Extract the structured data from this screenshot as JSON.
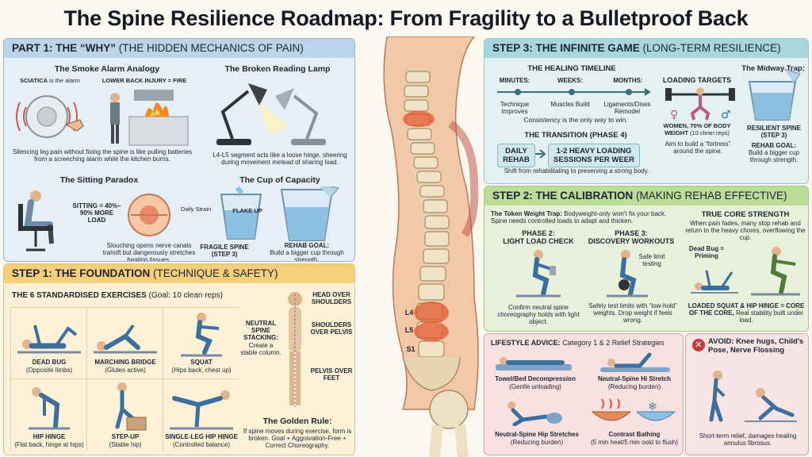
{
  "title": "The Spine Resilience Roadmap: From Fragility to a Bulletproof Back",
  "part1": {
    "head": "PART 1: THE “WHY”",
    "head_sub": "(THE HIDDEN MECHANICS OF PAIN)",
    "smoke": {
      "title": "The Smoke Alarm Analogy",
      "label_left_bold": "SCIATICA",
      "label_left_rest": "is the alarm",
      "label_right": "LOWER BACK INJURY = FIRE",
      "caption": "Silencing leg pain without fixing the spine is like pulling batteries from a screeching alarm while the kitchen burns."
    },
    "lamp": {
      "title": "The Broken Reading Lamp",
      "caption": "L4-L5 segment acts like a loose hinge, sheering during movement metead of sharing load."
    },
    "sitting": {
      "title": "The Sitting Paradox",
      "load_label": "SITTING = 40%–90% MORE LOAD",
      "caption": "Slouching opens nerve canals trahoft but dangerously stretches healing tissues."
    },
    "cup": {
      "title": "The Cup of Capacity",
      "daily_strain": "Daily Strain",
      "flake_up": "FLAKE UP",
      "fragile": "FRAGILE SPINE (STEP 3)",
      "rehab_bold": "REHAB GOAL:",
      "rehab_rest": "Build a bigger cup through strength."
    }
  },
  "step1": {
    "head": "STEP 1: THE FOUNDATION",
    "head_sub": "(TECHNIQUE & SAFETY)",
    "exercises_title": "THE 6 STANDARDISED EXERCISES",
    "exercises_goal": "(Goal: 10 clean reps)",
    "exercises": [
      {
        "name": "DEAD BUG",
        "note": "(Opposite limbs)"
      },
      {
        "name": "MARCHING BRIDGE",
        "note": "(Glutes active)"
      },
      {
        "name": "SQUAT",
        "note": "(Hips back, chest up)"
      },
      {
        "name": "HIP HINGE",
        "note": "(Flat back, hinge at hips)"
      },
      {
        "name": "STEP-UP",
        "note": "(Stable hip)"
      },
      {
        "name": "SINGLE-LEG HIP HINGE",
        "note": "(Controlled balance)"
      }
    ],
    "stacking_bold": "NEUTRAL SPINE STACKING:",
    "stacking_rest": "Create a stable column.",
    "head_over": "HEAD OVER SHOULDERS",
    "shoulders_over": "SHOULDERS OVER PELVIS",
    "pelvis_over": "PELVIS OVER FEET",
    "golden_title": "The Golden Rule:",
    "golden_text": "If spine moves during exercise, form is broken. Goal + Aggravation-Free + Correct Choreography."
  },
  "spine": {
    "l4": "L4",
    "l5": "L5",
    "s1": "S1"
  },
  "step3": {
    "head": "STEP 3: THE INFINITE GAME",
    "head_sub": "(LONG-TERM RESILIENCE)",
    "timeline_title": "THE HEALING TIMELINE",
    "timeline": [
      {
        "period": "MINUTES:",
        "desc": "Technique Improves"
      },
      {
        "period": "WEEKS:",
        "desc": "Muscles Build"
      },
      {
        "period": "MONTHS:",
        "desc": "Ligaments/Dises Remodel"
      }
    ],
    "consistency": "Consistency is the only way to win.",
    "transition_title": "THE TRANSITION (PHASE 4)",
    "daily_rehab": "DAILY REHAB",
    "heavy": "1-2 HEAVY LOADING SESSIONS PER WEER",
    "shift": "Shift from rehabilitating to preserving a strong body.",
    "midway_title": "The Midway Trap:",
    "loading_targets": "LOADING TARGETS",
    "women": "WOMEN, 70% OF BODY WEIGHT",
    "women_note": "(10 clean reps)",
    "aim": "Aim to build a “fortress” around the spine.",
    "resilient": "RESILIENT SPINE (STEP 3)",
    "rehab_goal_bold": "REHAB GOAL:",
    "rehab_goal_rest": "Build a bigger cup through strength."
  },
  "step2": {
    "head": "STEP 2: THE CALIBRATION",
    "head_sub": "(MAKING REHAB EFFECTIVE)",
    "token_bold": "The Token Weight Trap:",
    "token_rest": "Bodyweight-only won’t fix your back. Spine needs controlled loads to adapt and thicken.",
    "phase2_title": "PHASE 2:",
    "phase2_sub": "LIGHT LOAD CHECK",
    "phase2_caption": "Confirm neutral spine choreography holds with light object.",
    "phase3_title": "PHASE 3:",
    "phase3_sub": "DISCOVERY WORKOUTS",
    "safe_limit": "Safe limit testing",
    "phase3_caption": "Safely test limits with “low-hold” weights. Drop weight if feels wrong.",
    "core_title": "TRUE CORE STRENGTH",
    "core_text": "When pain fades, many stop rehab and return to the heavy chores, overflowing the cup.",
    "dead_bug": "Dead Bug = Priming",
    "loaded_bold": "LOADED SQUAT & HIP HINGE = CORE OF THE CORE,",
    "loaded_rest": "Real stability built under load."
  },
  "lifestyle": {
    "title_bold": "LIFESTYLE ADVICE:",
    "title_rest": "Category 1 & 2 Relief Strategies",
    "items": [
      {
        "name": "Towel/Bed Decompression",
        "note": "(Gentle unloading)"
      },
      {
        "name": "Neutral-Spine Hi Stretch",
        "note": "(Reducing burden)"
      },
      {
        "name": "Neutral-Spine Hip Stretches",
        "note": "(Reducing burden)"
      },
      {
        "name": "Contrast Bathing",
        "note": "(5 min heat/5 min oold to flush)"
      }
    ]
  },
  "avoid": {
    "title": "AVOID: Knee hugs, Child’s Pose, Nerve Flossing",
    "caption": "Short-term relief, damages healing annulus fibrosus."
  },
  "colors": {
    "why": "#bcd4ea",
    "foundation": "#f6cf7d",
    "step3": "#a7d6dd",
    "step2": "#bcdc99",
    "lifestyle": "#f8e1e1",
    "spine_red": "#d95b3c"
  }
}
